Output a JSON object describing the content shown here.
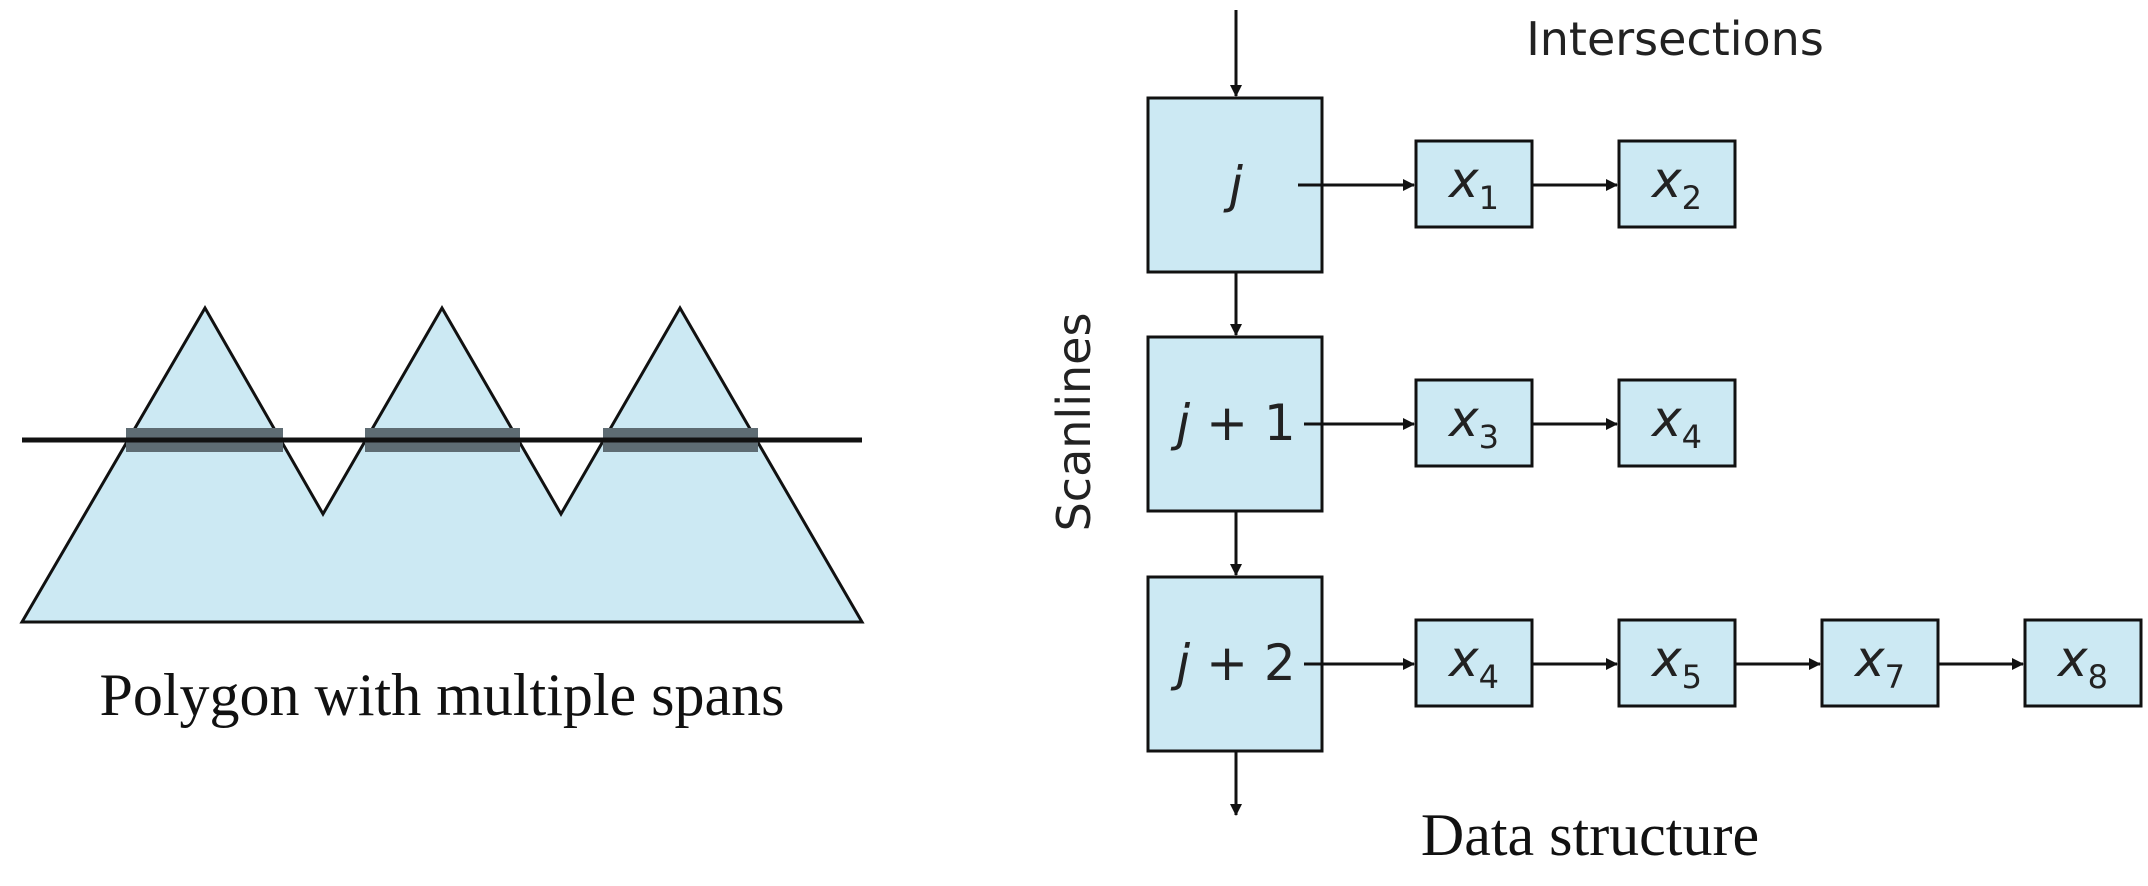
{
  "colors": {
    "fill": "#cce9f3",
    "stroke": "#111111",
    "span": "#5e6c73"
  },
  "left_caption": "Polygon with multiple spans",
  "right_caption": "Data structure",
  "intersections_label": "Intersections",
  "scanlines_label": "Scanlines",
  "rows": [
    {
      "var": "j",
      "offset": "",
      "nodes": [
        {
          "base": "x",
          "sub": "1"
        },
        {
          "base": "x",
          "sub": "2"
        }
      ]
    },
    {
      "var": "j",
      "offset": " + 1",
      "nodes": [
        {
          "base": "x",
          "sub": "3"
        },
        {
          "base": "x",
          "sub": "4"
        }
      ]
    },
    {
      "var": "j",
      "offset": " + 2",
      "nodes": [
        {
          "base": "x",
          "sub": "4"
        },
        {
          "base": "x",
          "sub": "5"
        },
        {
          "base": "x",
          "sub": "7"
        },
        {
          "base": "x",
          "sub": "8"
        }
      ]
    }
  ]
}
